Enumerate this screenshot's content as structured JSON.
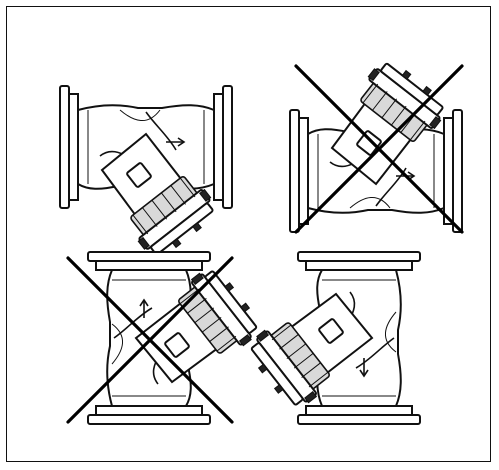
{
  "figure": {
    "panels": [
      {
        "id": "top-left",
        "orientation": "horizontal-flow",
        "strainer": "downward",
        "status": "correct"
      },
      {
        "id": "top-right",
        "orientation": "horizontal-flow",
        "strainer": "upward",
        "status": "incorrect"
      },
      {
        "id": "bottom-left",
        "orientation": "vertical-upward-flow",
        "strainer": "side",
        "status": "incorrect"
      },
      {
        "id": "bottom-right",
        "orientation": "vertical-downward-flow",
        "strainer": "side",
        "status": "correct"
      }
    ],
    "colors": {
      "line": "#111111",
      "fill": "#ffffff",
      "shade": "#d9d9d9",
      "cross": "#000000"
    }
  }
}
